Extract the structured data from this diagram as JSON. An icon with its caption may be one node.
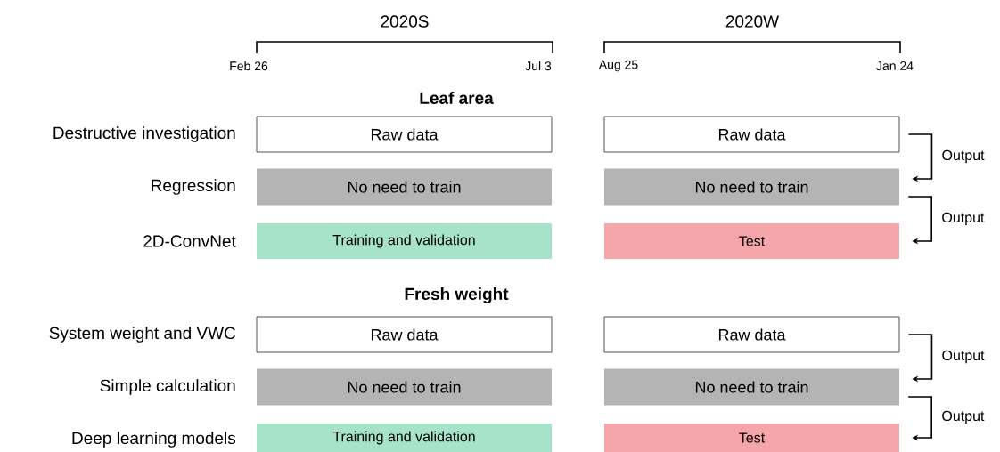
{
  "diagram": {
    "nodes": [
      {
        "text": [
          "Raw data"
        ]
      },
      {
        "text": [
          "Raw data"
        ]
      },
      {
        "text": [
          "No need to train"
        ]
      },
      {
        "text": [
          "No need to train"
        ]
      },
      {
        "text": [
          "Training and validation"
        ]
      },
      {
        "text": [
          "Test"
        ]
      },
      {
        "text": [
          "Raw data"
        ]
      },
      {
        "text": [
          "Raw data"
        ]
      },
      {
        "text": [
          "No need to train"
        ]
      },
      {
        "text": [
          "No need to train"
        ]
      },
      {
        "text": [
          "Training and validation"
        ]
      },
      {
        "text": [
          "Test"
        ]
      }
    ],
    "edges": [
      {
        "from": 1,
        "to": 3,
        "arrow": "to",
        "label": "Output"
      },
      {
        "from": 3,
        "to": 5,
        "arrow": "to",
        "label": "Output"
      },
      {
        "from": 7,
        "to": 9,
        "arrow": "to",
        "label": "Output"
      },
      {
        "from": 9,
        "to": 11,
        "arrow": "to",
        "label": "Output"
      }
    ],
    "labels": [
      "2020S",
      "2020W",
      "Feb 26",
      "Jul 3",
      "Aug 25",
      "Jan 24",
      "Leaf area",
      "Destructive investigation",
      "Regression",
      "2D-ConvNet",
      "Fresh weight",
      "System weight and VWC",
      "Simple calculation",
      "Deep learning models"
    ]
  }
}
